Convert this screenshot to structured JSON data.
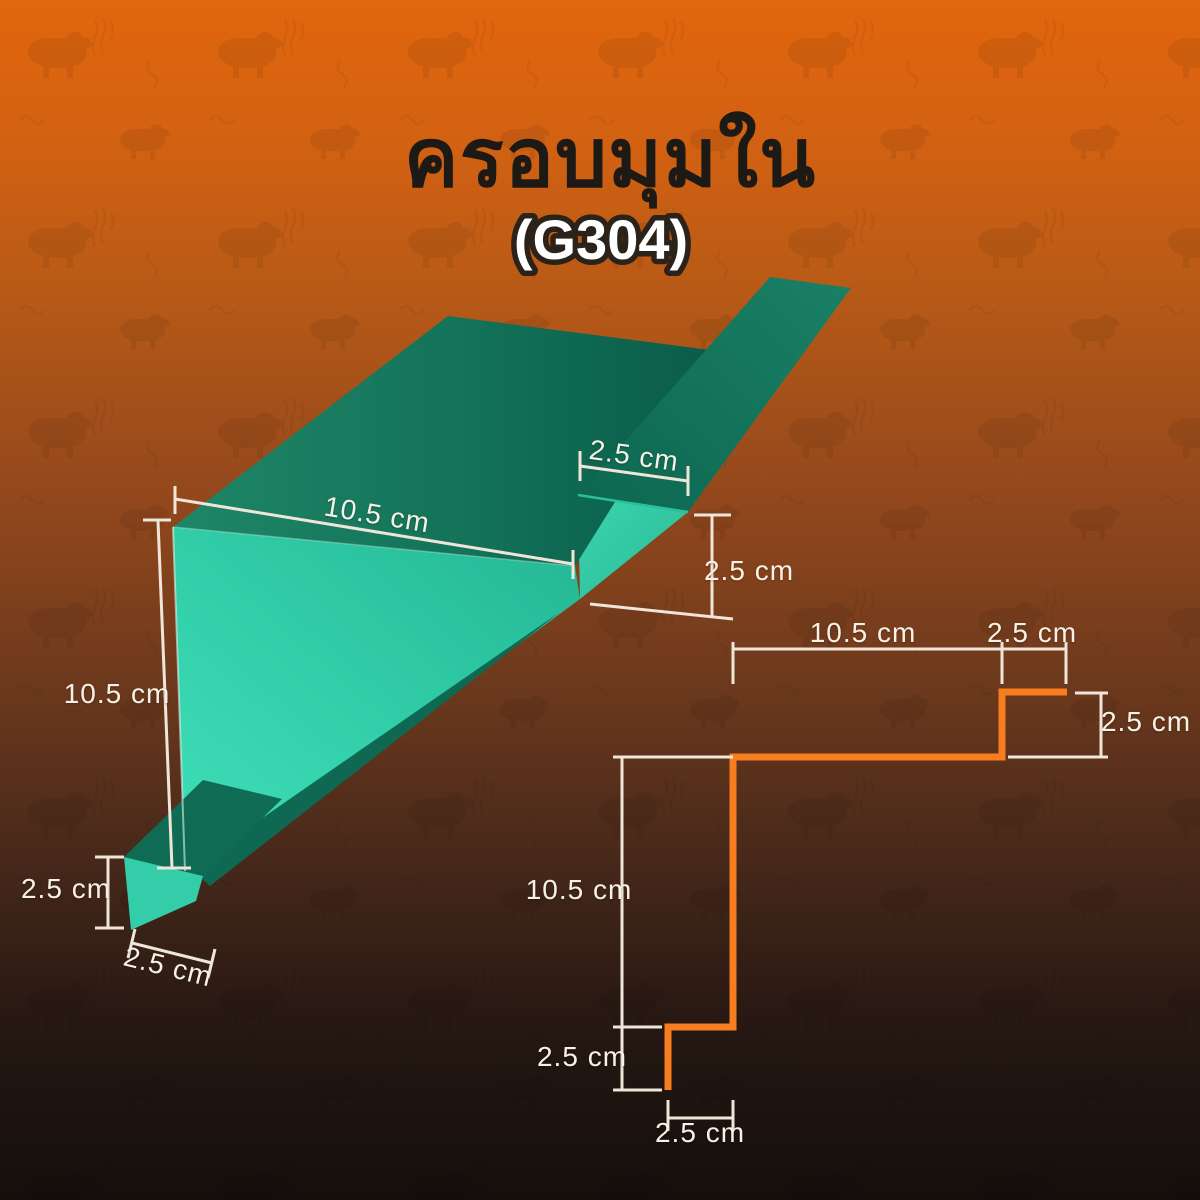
{
  "title": "ครอบมุมใน",
  "subtitle": "(G304)",
  "product": {
    "name_thai": "ครอบมุมใน",
    "grade": "(G304)"
  },
  "diagram_3d": {
    "description": "3d-render-of-inner-corner-flashing-profile",
    "labels": {
      "top_width": "10.5 cm",
      "lip_width": "2.5 cm",
      "step_height": "2.5 cm",
      "side_height": "10.5 cm",
      "foot_height": "2.5 cm",
      "foot_width": "2.5 cm"
    }
  },
  "profile_2d": {
    "description": "cross-section-outline-of-profile",
    "labels": {
      "top_width": "10.5 cm",
      "lip_width": "2.5 cm",
      "step_height": "2.5 cm",
      "side_height": "10.5 cm",
      "foot_height": "2.5 cm",
      "foot_width": "2.5 cm"
    }
  },
  "colors": {
    "background_top": "#e2660d",
    "background_bottom": "#140f0c",
    "teal_dark": "#11715a",
    "teal_bright": "#38d2ad",
    "profile_orange": "#f87d1f",
    "dimension_line": "#efe5d8",
    "title_text": "#1d1a16",
    "subtitle_fill": "#ffffff",
    "subtitle_outline": "#2b2219"
  }
}
